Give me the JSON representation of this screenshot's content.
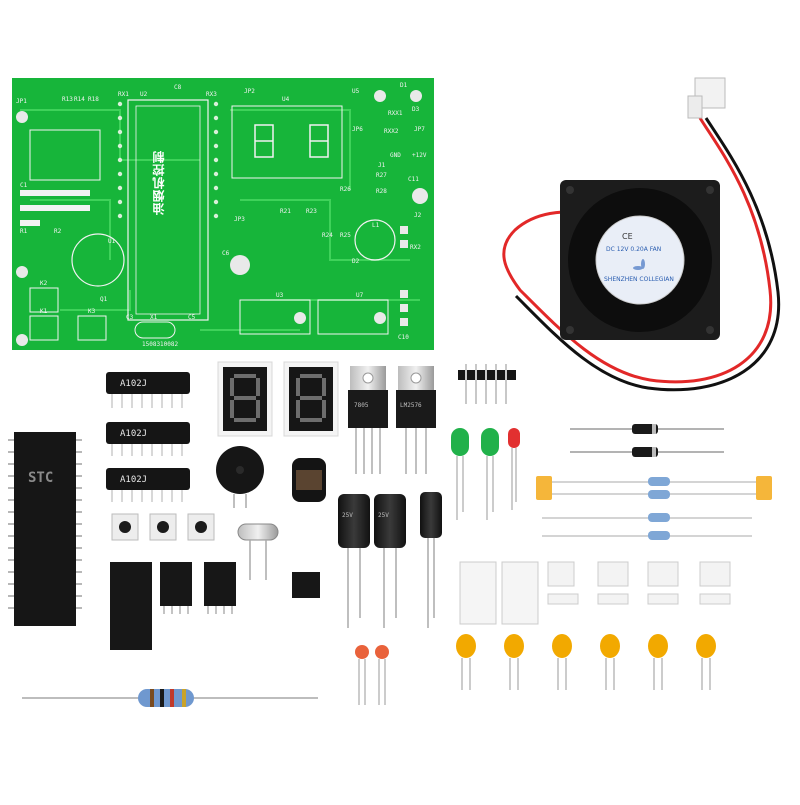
{
  "board": {
    "title_cn": "油烟机控制",
    "serial": "1508310082",
    "labels": {
      "jp1": "JP1",
      "jp2": "JP2",
      "jp3": "JP3",
      "jp6": "JP6",
      "jp7": "JP7",
      "rx1": "RX1",
      "rx2": "RX2",
      "rx3": "RX3",
      "u1": "U1",
      "u2": "U2",
      "u3": "U3",
      "u4": "U4",
      "u5": "U5",
      "u7": "U7",
      "r13": "R13",
      "r14": "R14",
      "r18": "R18",
      "r1": "R1",
      "r2": "R2",
      "r21": "R21",
      "r23": "R23",
      "r24": "R24",
      "r25": "R25",
      "r26": "R26",
      "r27": "R27",
      "r28": "R28",
      "rxx1": "RXX1",
      "rxx2": "RXX2",
      "k1": "K1",
      "k2": "K2",
      "k3": "K3",
      "c1": "C1",
      "c3": "C3",
      "c5": "C5",
      "c6": "C6",
      "c8": "C8",
      "c10": "C10",
      "c11": "C11",
      "x1": "X1",
      "l1": "L1",
      "d1": "D1",
      "d2": "D2",
      "d3": "D3",
      "j1": "J1",
      "j2": "J2",
      "gnd": "GND",
      "v12": "+12V",
      "q1": "Q1"
    }
  },
  "fan": {
    "rating": "DC 12V 0.20A FAN",
    "maker": "SHENZHEN COLLEGIAN",
    "ce": "CE"
  },
  "parts": {
    "resistor_network": "A102J",
    "mcu": "STC",
    "regulator_1": "7805",
    "regulator_2": "LM2576",
    "cap_label": "25V"
  },
  "colors": {
    "pcb": "#17b53a",
    "pcb_trace": "#3fd25a",
    "silk": "#f2f2f2",
    "fan_body": "#1c1c1c",
    "led_green": "#21b14a",
    "led_red": "#e23030",
    "ceramic_cap": "#f2a900",
    "film_cap": "#f5b63a",
    "resistor_body": "#7fa7d6"
  }
}
